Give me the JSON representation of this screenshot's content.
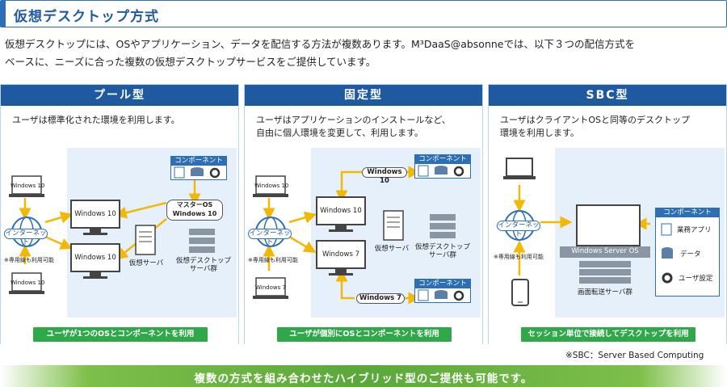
{
  "header": {
    "title": "仮想デスクトップ方式"
  },
  "intro": {
    "line1": "仮想デスクトップには、OSやアプリケーション、データを配信する方法が複数あります。M³DaaS@absonneでは、以下３つの配信方式を",
    "line2": "ベースに、ニーズに合った複数の仮想デスクトップサービスをご提供しています。"
  },
  "panels": [
    {
      "title": "プール型",
      "desc": "ユーザは標準化された環境を利用します。",
      "footer": "ユーザが1つのOSとコンポーネントを利用",
      "internet": "インターネット",
      "leased_note": "※専用線も利用可能",
      "client_top": "Windows 10",
      "client_bottom": "Windows 10",
      "vm_top": "Windows 10",
      "vm_bottom": "Windows 10",
      "server_label": "仮想サーバ",
      "group_label": "仮想デスクトップ\nサーバ群",
      "master_label": "マスターOS\nWindows 10",
      "component_label": "コンポーネント"
    },
    {
      "title": "固定型",
      "desc": "ユーザはアプリケーションのインストールなど、\n自由に個人環境を変更して、利用します。",
      "footer": "ユーザが個別にOSとコンポーネントを利用",
      "internet": "インターネット",
      "leased_note": "※専用線も利用可能",
      "client_top": "Windows 10",
      "client_bottom": "Windows 7",
      "vm_top": "Windows 10",
      "vm_bottom": "Windows 7",
      "server_label": "仮想サーバ",
      "group_label": "仮想デスクトップ\nサーバ群",
      "os_top": "Windows 10",
      "os_bottom": "Windows 7",
      "component_label": "コンポーネント"
    },
    {
      "title": "SBC型",
      "desc": "ユーザはクライアントOSと同等のデスクトップ\n環境を利用します。",
      "footer": "セッション単位で接続してデスクトップを利用",
      "internet": "インターネット",
      "leased_note": "※専用線も利用可能",
      "server_os": "Windows Server OS",
      "group_label": "画面転送サーバ群",
      "component_label": "コンポーネント",
      "component_items": [
        "業務アプリ",
        "データ",
        "ユーザ設定"
      ]
    }
  ],
  "notes": {
    "sbc": "※SBC：Server Based Computing"
  },
  "banner": {
    "text": "複数の方式を組み合わせたハイブリッド型のご提供も可能です。"
  },
  "colors": {
    "primary": "#1f5aa0",
    "arrow": "#f2b807",
    "footer": "#2fa84a",
    "banner": "#5aa83a"
  }
}
